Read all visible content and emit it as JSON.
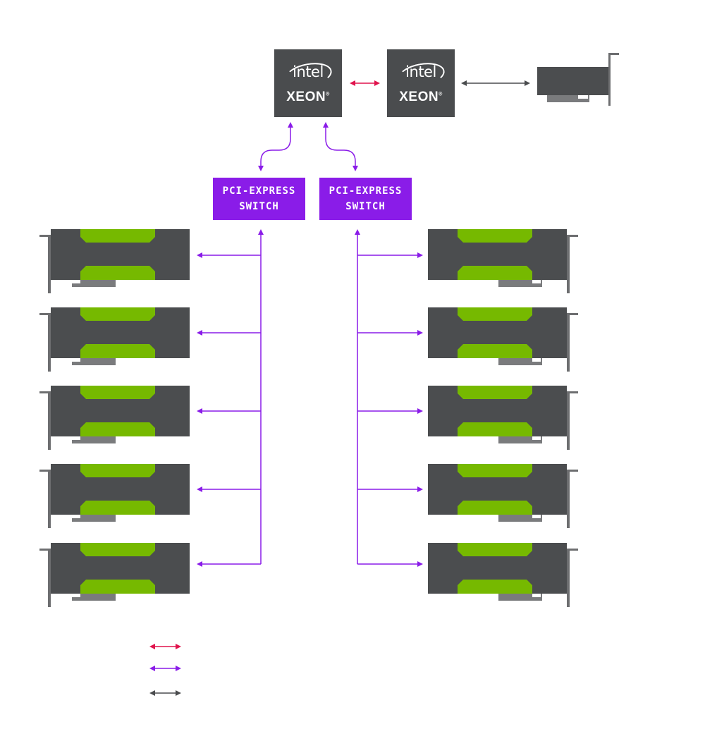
{
  "cpus": [
    {
      "brand": "intel",
      "product": "XEON",
      "mark": "®"
    },
    {
      "brand": "intel",
      "product": "XEON",
      "mark": "®"
    }
  ],
  "switches": [
    {
      "line1": "PCI-EXPRESS",
      "line2": "SWITCH"
    },
    {
      "line1": "PCI-EXPRESS",
      "line2": "SWITCH"
    }
  ],
  "gpus_per_switch": 5,
  "colors": {
    "cpu": "#4a4c4e",
    "switch": "#8a1ce8",
    "gpu_body": "#4b4d4f",
    "gpu_accent": "#76b900",
    "bracket": "#6d6e70",
    "link_cpu_cpu": "#e0144d",
    "link_pcie": "#8a1ce8",
    "link_nic": "#4a4c4e"
  },
  "legend": [
    {
      "color_key": "link_cpu_cpu",
      "text": ""
    },
    {
      "color_key": "link_pcie",
      "text": ""
    },
    {
      "color_key": "link_nic",
      "text": ""
    }
  ]
}
